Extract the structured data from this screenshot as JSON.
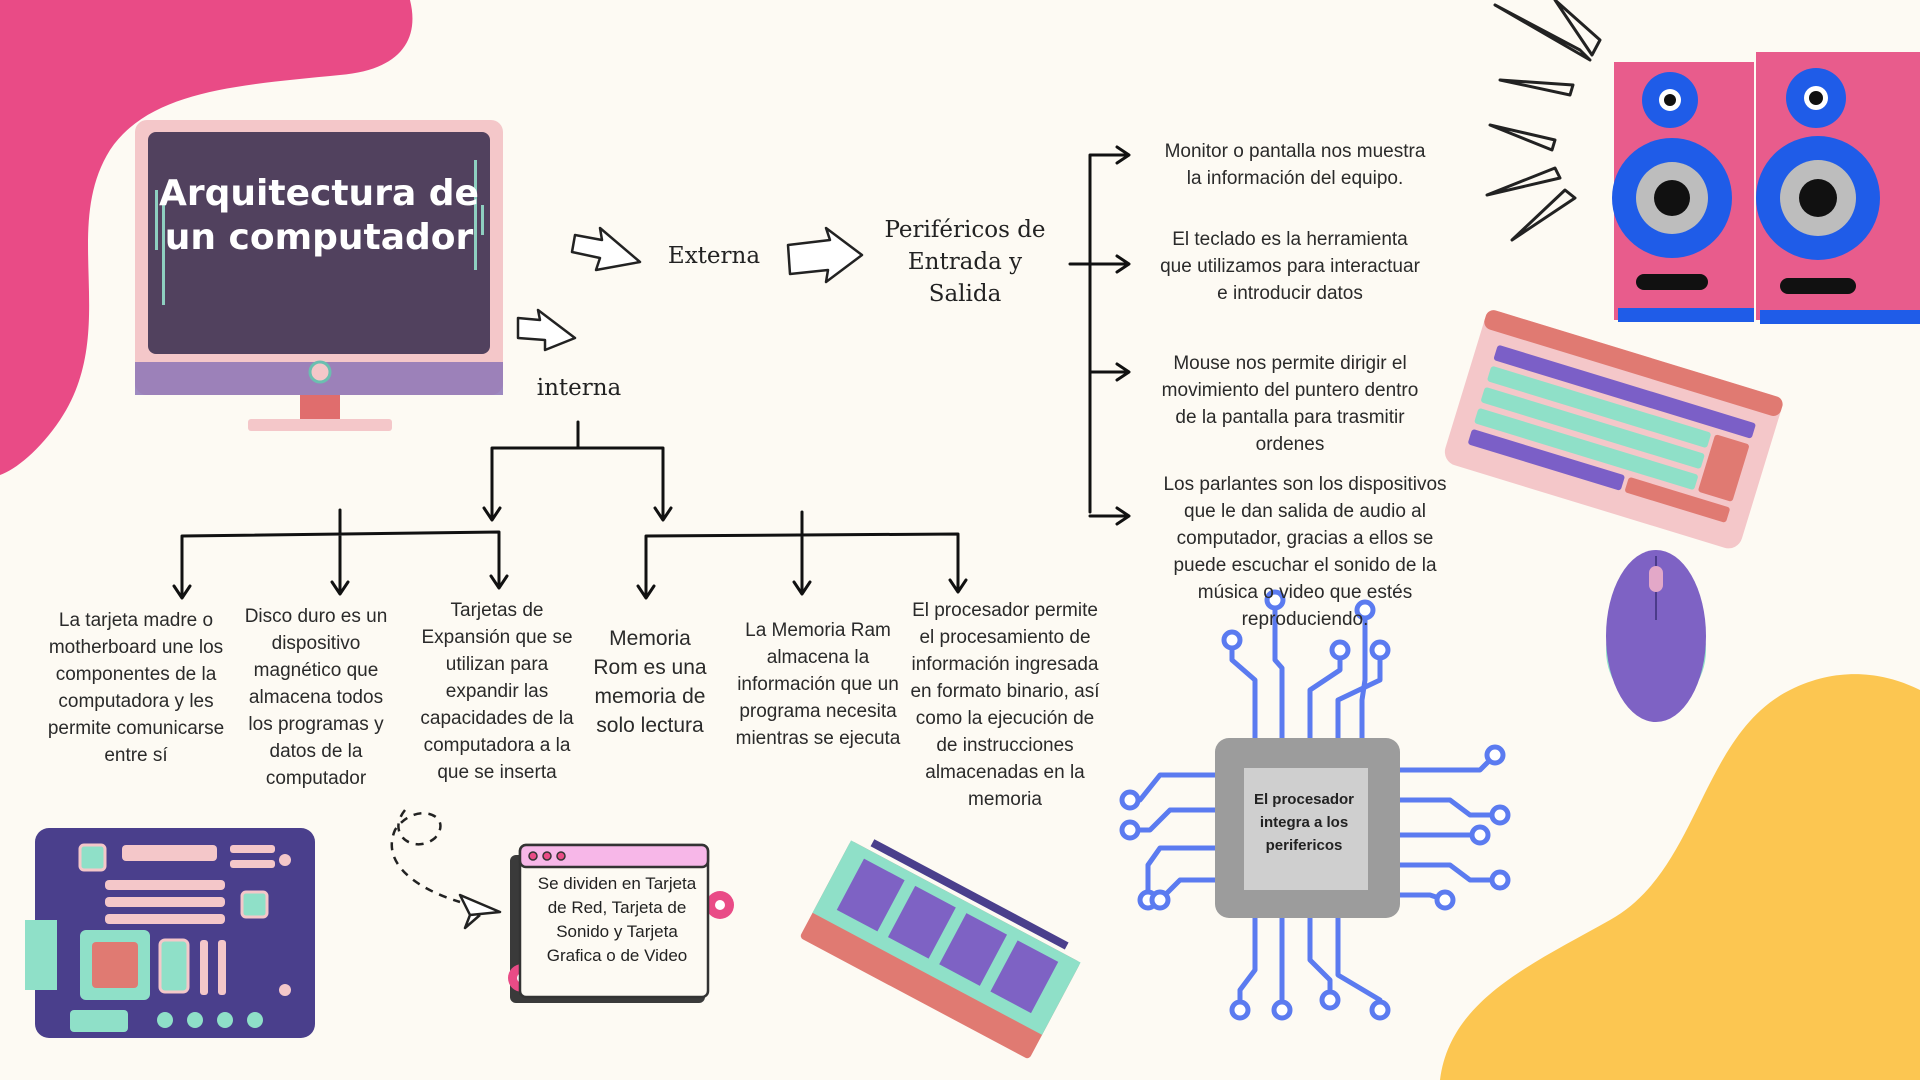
{
  "title": "Arquitectura de un computador",
  "branches": {
    "externa": "Externa",
    "interna": "interna",
    "perifericos": "Periféricos de Entrada y Salida"
  },
  "perifericos": [
    "Monitor o pantalla nos muestra la información del equipo.",
    "El teclado es la herramienta que utilizamos para interactuar e introducir datos",
    "Mouse nos permite dirigir el movimiento del puntero dentro de la pantalla para trasmitir ordenes",
    "Los parlantes son los dispositivos que le dan salida de audio al computador, gracias a ellos se puede escuchar el sonido de la música o video que estés reproduciendo."
  ],
  "internos": [
    "La tarjeta madre o motherboard une los componentes de la computadora y les permite comunicarse entre sí",
    "Disco duro es un dispositivo magnético que almacena todos los programas y datos de la computador",
    "Tarjetas de Expansión que se utilizan para expandir las capacidades de la computadora a la que se inserta",
    "Memoria Rom es una memoria de solo lectura",
    "La Memoria Ram almacena la información que un programa necesita mientras se ejecuta",
    "El  procesador permite el procesamiento de información ingresada en formato binario, así como la ejecución de de instrucciones almacenadas en la memoria"
  ],
  "notes": {
    "expansion": "Se dividen en Tarjeta de Red, Tarjeta de Sonido y Tarjeta Grafica o de Video",
    "procesador": "El procesador integra a los perifericos"
  },
  "colors": {
    "pink_blob": "#e94b86",
    "yellow_blob": "#fcc651",
    "monitor_screen": "#51415e",
    "monitor_frame": "#f4c7c9",
    "circuit_blue": "#5b7bf0",
    "chip_gray": "#9c9c9c",
    "speaker_pink": "#e85c8c",
    "speaker_blue": "#1f5ce8",
    "board_purple": "#4a3f8c"
  },
  "icons": [
    "monitor-illustration",
    "speaker-icon",
    "keyboard-icon",
    "mouse-icon",
    "processor-chip-icon",
    "motherboard-icon",
    "ram-module-icon",
    "paper-plane-icon",
    "arrow-icon",
    "window-card-icon"
  ]
}
